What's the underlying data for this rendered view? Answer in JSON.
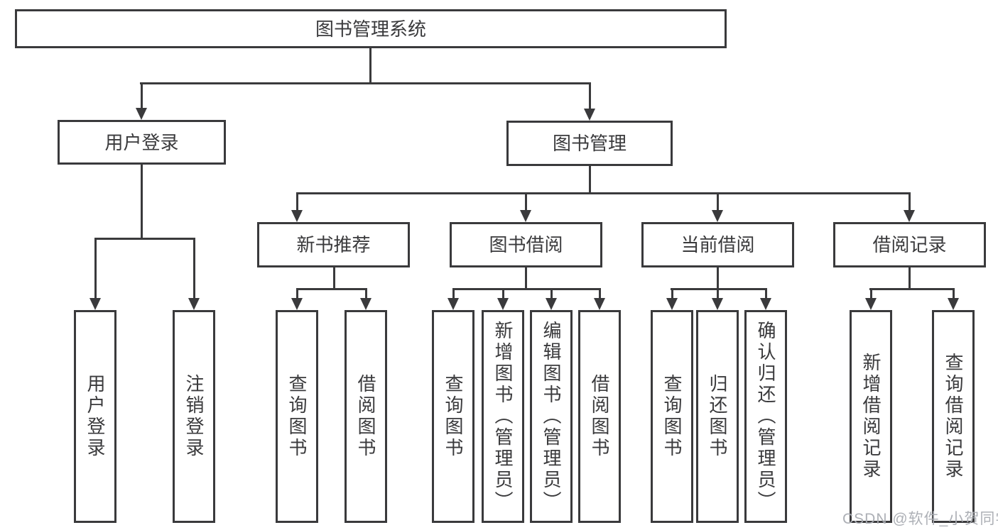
{
  "colors": {
    "line": "#3a3a3c",
    "text": "#3a3a3c",
    "background": "#ffffff",
    "watermark": "#a9acb2"
  },
  "watermark": {
    "text": "CSDN @软件_小贺同学"
  },
  "tree": {
    "label": "图书管理系统",
    "children": [
      {
        "label": "用户登录",
        "children": [
          {
            "label": "用户登录"
          },
          {
            "label": "注销登录"
          }
        ]
      },
      {
        "label": "图书管理",
        "children": [
          {
            "label": "新书推荐",
            "children": [
              {
                "label": "查询图书"
              },
              {
                "label": "借阅图书"
              }
            ]
          },
          {
            "label": "图书借阅",
            "children": [
              {
                "label": "查询图书"
              },
              {
                "label": "新增图书（管理员）"
              },
              {
                "label": "编辑图书（管理员）"
              },
              {
                "label": "借阅图书"
              }
            ]
          },
          {
            "label": "当前借阅",
            "children": [
              {
                "label": "查询图书"
              },
              {
                "label": "归还图书"
              },
              {
                "label": "确认归还（管理员）"
              }
            ]
          },
          {
            "label": "借阅记录",
            "children": [
              {
                "label": "新增借阅记录"
              },
              {
                "label": "查询借阅记录"
              }
            ]
          }
        ]
      }
    ]
  }
}
